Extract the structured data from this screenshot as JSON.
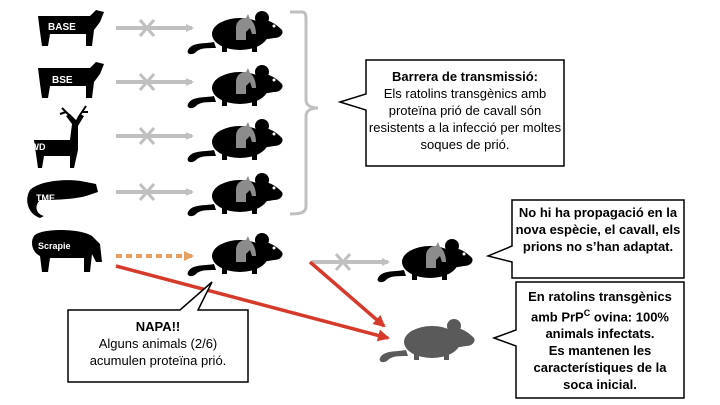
{
  "sources": [
    {
      "label": "BASE",
      "icon": "cow-icon",
      "transmission": "blocked"
    },
    {
      "label": "BSE",
      "icon": "cow-icon",
      "transmission": "blocked"
    },
    {
      "label": "CWD",
      "icon": "deer-icon",
      "transmission": "blocked"
    },
    {
      "label": "TME",
      "icon": "mink-icon",
      "transmission": "blocked"
    },
    {
      "label": "Scrapie",
      "icon": "sheep-icon",
      "transmission": "partial"
    }
  ],
  "callouts": {
    "barrier": {
      "title": "Barrera de transmissió:",
      "body": "Els ratolins transgènics amb proteïna prió de cavall són resistents a la infecció per moltes soques de prió."
    },
    "no_propagation": {
      "body": "No hi ha propagació en la nova espècie, el cavall, els prions no s’han adaptat."
    },
    "ovine": {
      "line1": "En ratolins transgènics",
      "line2_pre": "amb PrP",
      "line2_sup": "C",
      "line2_post": " ovina: 100%",
      "line3": "animals infectats.",
      "line4": "Es mantenen les",
      "line5": "característiques de la",
      "line6": "soca inicial."
    },
    "napa": {
      "title": "NAPA!!",
      "body": "Alguns animals (2/6) acumulen proteïna prió."
    }
  },
  "colors": {
    "grey_arrow": "#c0c0c0",
    "red_arrow": "#d63a2a",
    "orange_dashed": "#e8a060",
    "silhouette": "#000000",
    "horse_mark": "#8c8c8c",
    "ovine_mouse": "#5a5a5a"
  }
}
